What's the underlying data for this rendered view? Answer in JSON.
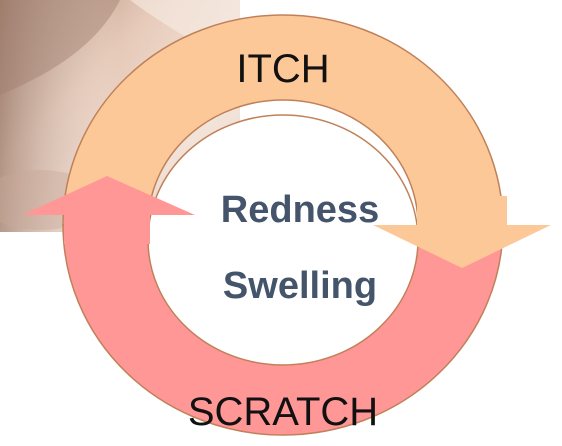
{
  "cycle": {
    "top_label": "ITCH",
    "bottom_label": "SCRATCH",
    "center_line_1": "Redness",
    "center_line_2": "Swelling"
  },
  "colors": {
    "upper_ring": "#fdc898",
    "lower_ring": "#ff9796",
    "ring_outline": "#c0815a",
    "center_text": "#44546a",
    "label_text": "#111111",
    "photo_skin": "#efd7c8"
  },
  "icons": {
    "background_photo": "skin-photo-image",
    "downward_arrow": "arrow-down-right-icon",
    "upward_arrow": "arrow-up-left-icon"
  }
}
